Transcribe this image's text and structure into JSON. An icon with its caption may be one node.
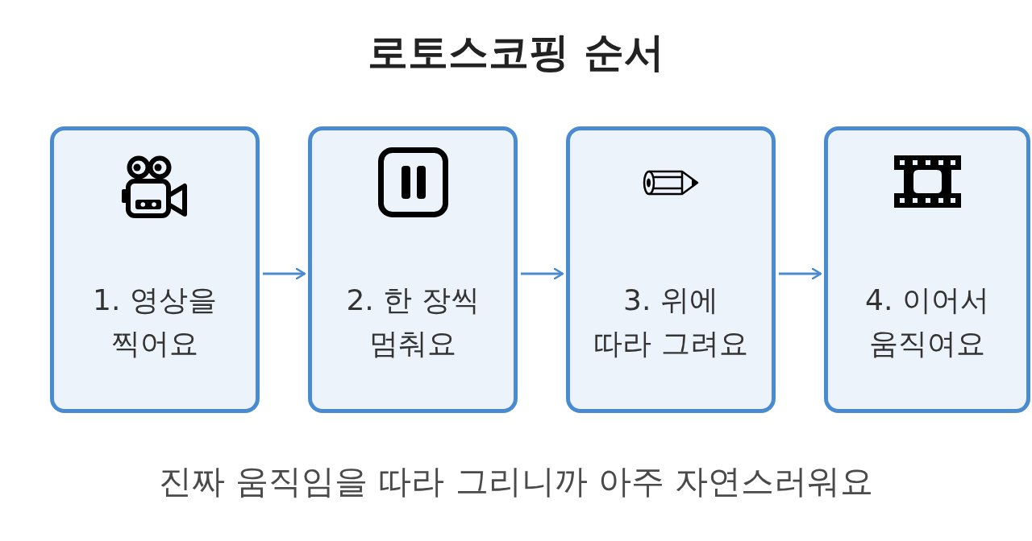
{
  "diagram": {
    "title": "로토스코핑 순서",
    "caption": "진짜 움직임을 따라 그리니까 아주 자연스러워요",
    "nodes": [
      {
        "text": [
          "1. 영상을 찍어요"
        ]
      },
      {
        "text": [
          "2. 한 장씩 멈춰요"
        ]
      },
      {
        "text": [
          "3. 위에 따라 그려요"
        ]
      },
      {
        "text": [
          "4. 이어서 움직여요"
        ]
      }
    ],
    "edges": [
      {
        "from": 0,
        "to": 1,
        "arrow": "to"
      },
      {
        "from": 1,
        "to": 2,
        "arrow": "to"
      },
      {
        "from": 2,
        "to": 3,
        "arrow": "to"
      }
    ]
  }
}
